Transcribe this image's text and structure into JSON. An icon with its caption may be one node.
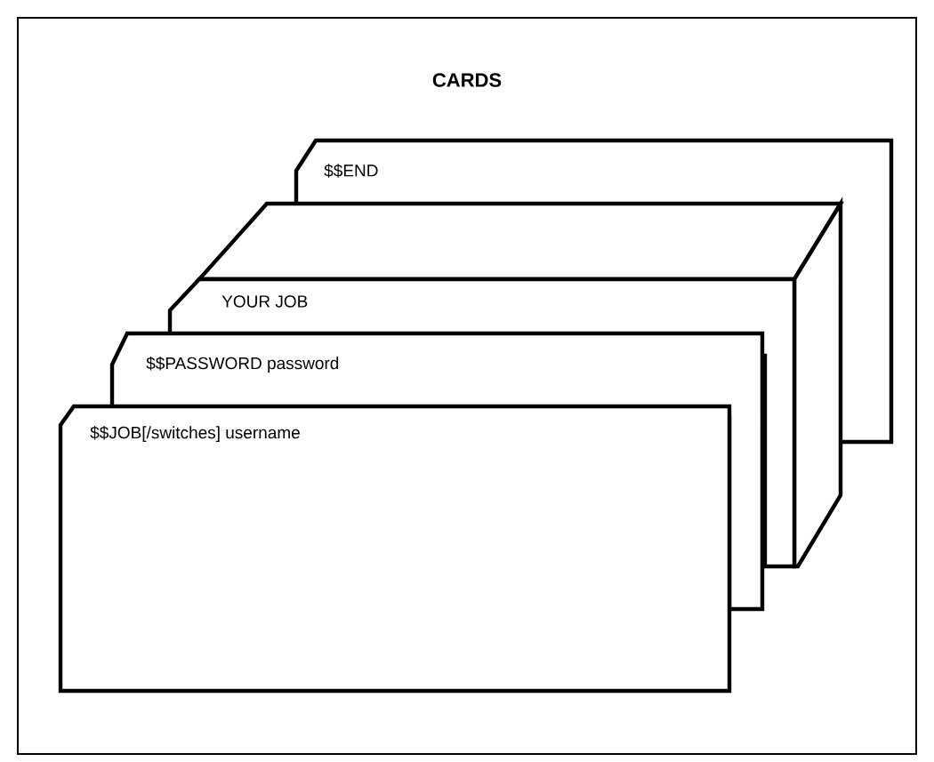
{
  "diagram": {
    "title": "CARDS",
    "nodes": [
      {
        "text": [
          "$$END"
        ]
      },
      {
        "text": [
          "YOUR JOB"
        ]
      },
      {
        "text": [
          "$$PASSWORD password"
        ]
      },
      {
        "text": [
          "$$JOB[/switches] username"
        ]
      }
    ]
  }
}
